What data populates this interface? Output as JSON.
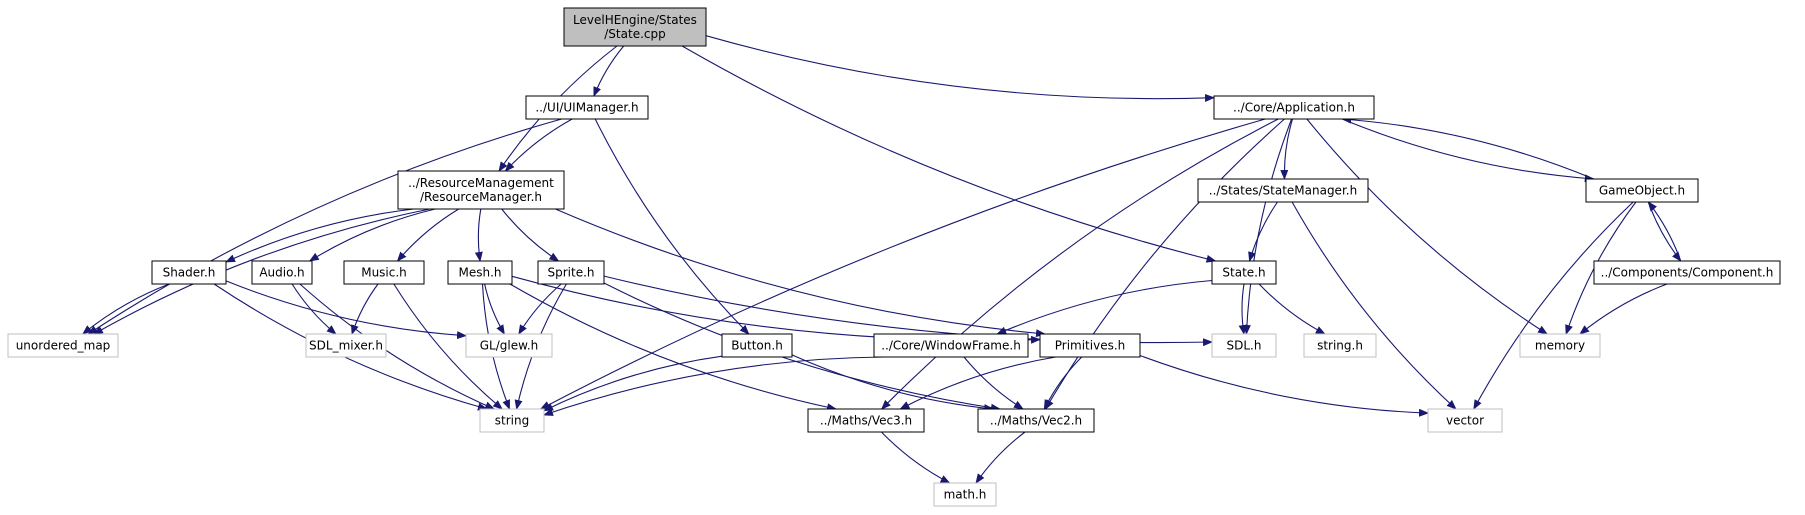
{
  "colors": {
    "edge": "#191970",
    "root_fill": "#bfbfbf",
    "node_stroke": "#000000",
    "external_stroke": "#bfbfbf",
    "text": "#000000"
  },
  "nodes": [
    {
      "id": "state_cpp",
      "lines": [
        "LevelHEngine/States",
        "/State.cpp"
      ],
      "kind": "root"
    },
    {
      "id": "uimanager",
      "lines": [
        "../UI/UIManager.h"
      ],
      "kind": "file"
    },
    {
      "id": "application",
      "lines": [
        "../Core/Application.h"
      ],
      "kind": "file"
    },
    {
      "id": "resourcemanager",
      "lines": [
        "../ResourceManagement",
        "/ResourceManager.h"
      ],
      "kind": "file"
    },
    {
      "id": "statemanager",
      "lines": [
        "../States/StateManager.h"
      ],
      "kind": "file"
    },
    {
      "id": "gameobject",
      "lines": [
        "GameObject.h"
      ],
      "kind": "file"
    },
    {
      "id": "shader",
      "lines": [
        "Shader.h"
      ],
      "kind": "file"
    },
    {
      "id": "audio",
      "lines": [
        "Audio.h"
      ],
      "kind": "file"
    },
    {
      "id": "music",
      "lines": [
        "Music.h"
      ],
      "kind": "file"
    },
    {
      "id": "mesh",
      "lines": [
        "Mesh.h"
      ],
      "kind": "file"
    },
    {
      "id": "sprite",
      "lines": [
        "Sprite.h"
      ],
      "kind": "file"
    },
    {
      "id": "state_h",
      "lines": [
        "State.h"
      ],
      "kind": "file"
    },
    {
      "id": "component",
      "lines": [
        "../Components/Component.h"
      ],
      "kind": "file"
    },
    {
      "id": "unordered_map",
      "lines": [
        "unordered_map"
      ],
      "kind": "external"
    },
    {
      "id": "sdl_mixer",
      "lines": [
        "SDL_mixer.h"
      ],
      "kind": "external"
    },
    {
      "id": "glew",
      "lines": [
        "GL/glew.h"
      ],
      "kind": "external"
    },
    {
      "id": "button",
      "lines": [
        "Button.h"
      ],
      "kind": "file"
    },
    {
      "id": "windowframe",
      "lines": [
        "../Core/WindowFrame.h"
      ],
      "kind": "file"
    },
    {
      "id": "primitives",
      "lines": [
        "Primitives.h"
      ],
      "kind": "file"
    },
    {
      "id": "sdl",
      "lines": [
        "SDL.h"
      ],
      "kind": "external"
    },
    {
      "id": "string_h",
      "lines": [
        "string.h"
      ],
      "kind": "external"
    },
    {
      "id": "memory",
      "lines": [
        "memory"
      ],
      "kind": "external"
    },
    {
      "id": "string",
      "lines": [
        "string"
      ],
      "kind": "external"
    },
    {
      "id": "vec3",
      "lines": [
        "../Maths/Vec3.h"
      ],
      "kind": "file"
    },
    {
      "id": "vec2",
      "lines": [
        "../Maths/Vec2.h"
      ],
      "kind": "file"
    },
    {
      "id": "vector",
      "lines": [
        "vector"
      ],
      "kind": "external"
    },
    {
      "id": "math",
      "lines": [
        "math.h"
      ],
      "kind": "external"
    }
  ],
  "edges": [
    [
      "state_cpp",
      "uimanager"
    ],
    [
      "state_cpp",
      "resourcemanager"
    ],
    [
      "state_cpp",
      "application"
    ],
    [
      "state_cpp",
      "state_h"
    ],
    [
      "uimanager",
      "resourcemanager"
    ],
    [
      "uimanager",
      "button"
    ],
    [
      "uimanager",
      "unordered_map"
    ],
    [
      "resourcemanager",
      "unordered_map"
    ],
    [
      "resourcemanager",
      "shader"
    ],
    [
      "resourcemanager",
      "audio"
    ],
    [
      "resourcemanager",
      "music"
    ],
    [
      "resourcemanager",
      "mesh"
    ],
    [
      "resourcemanager",
      "sprite"
    ],
    [
      "resourcemanager",
      "primitives"
    ],
    [
      "shader",
      "unordered_map"
    ],
    [
      "shader",
      "glew"
    ],
    [
      "shader",
      "string"
    ],
    [
      "audio",
      "sdl_mixer"
    ],
    [
      "audio",
      "string"
    ],
    [
      "music",
      "sdl_mixer"
    ],
    [
      "music",
      "string"
    ],
    [
      "mesh",
      "glew"
    ],
    [
      "mesh",
      "string"
    ],
    [
      "mesh",
      "vec3"
    ],
    [
      "mesh",
      "primitives"
    ],
    [
      "sprite",
      "glew"
    ],
    [
      "sprite",
      "string"
    ],
    [
      "sprite",
      "sdl"
    ],
    [
      "sprite",
      "vec2"
    ],
    [
      "button",
      "string"
    ],
    [
      "button",
      "vec2"
    ],
    [
      "application",
      "string"
    ],
    [
      "application",
      "vec3"
    ],
    [
      "application",
      "sdl"
    ],
    [
      "application",
      "statemanager"
    ],
    [
      "application",
      "vec2"
    ],
    [
      "application",
      "memory"
    ],
    [
      "application",
      "gameobject"
    ],
    [
      "gameobject",
      "application"
    ],
    [
      "gameobject",
      "component"
    ],
    [
      "gameobject",
      "memory"
    ],
    [
      "gameobject",
      "vector"
    ],
    [
      "component",
      "gameobject"
    ],
    [
      "component",
      "memory"
    ],
    [
      "statemanager",
      "state_h"
    ],
    [
      "statemanager",
      "vector"
    ],
    [
      "state_h",
      "windowframe"
    ],
    [
      "state_h",
      "sdl"
    ],
    [
      "state_h",
      "string_h"
    ],
    [
      "windowframe",
      "string"
    ],
    [
      "windowframe",
      "vec2"
    ],
    [
      "primitives",
      "vec3"
    ],
    [
      "primitives",
      "vec2"
    ],
    [
      "primitives",
      "vector"
    ],
    [
      "vec3",
      "math"
    ],
    [
      "vec2",
      "math"
    ]
  ]
}
